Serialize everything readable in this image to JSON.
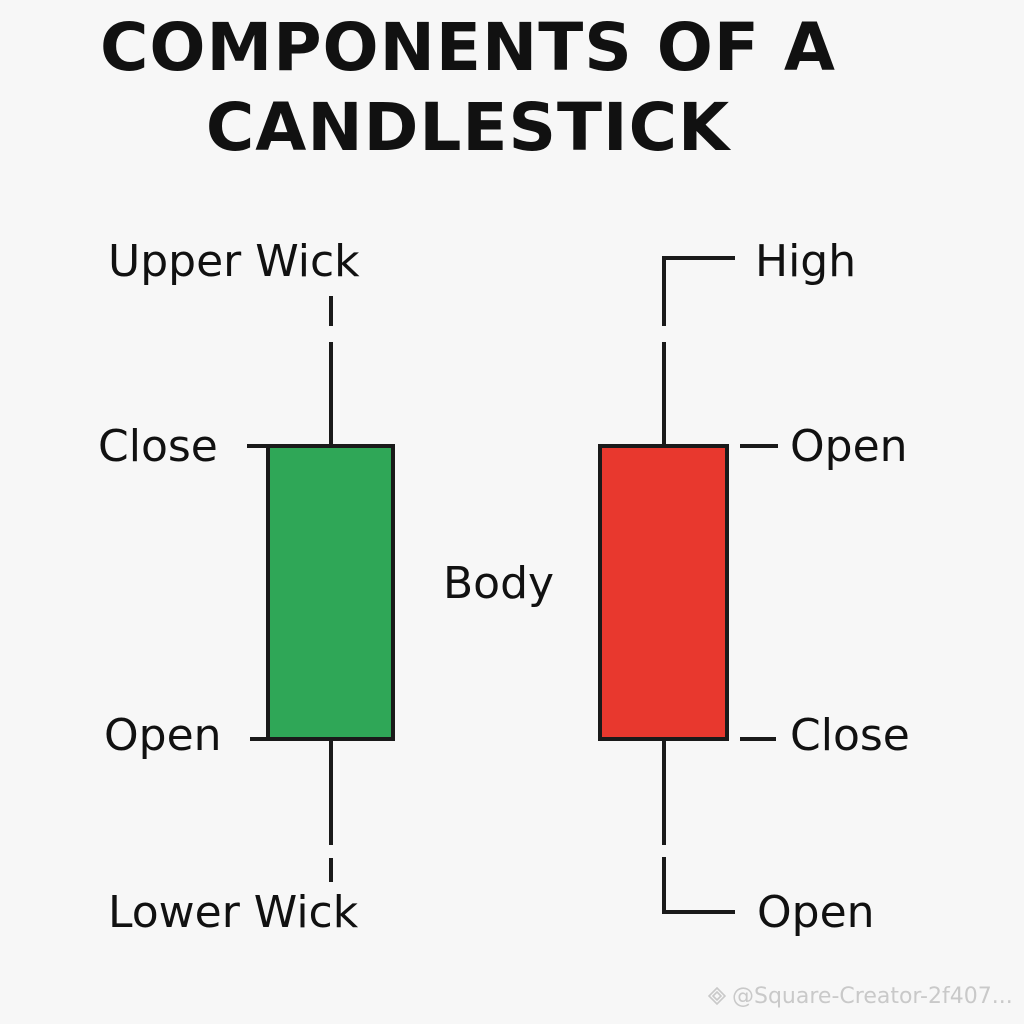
{
  "title": {
    "line1": "COMPONENTS OF A",
    "line2": "CANDLESTICK"
  },
  "colors": {
    "bullish_body": "#2fa757",
    "bearish_body": "#e8382e",
    "outline": "#1a1a1a",
    "background": "#f7f7f7"
  },
  "bullish_candle": {
    "upper_label": "Upper Wick",
    "top_label": "Close",
    "bottom_label": "Open",
    "lower_label": "Lower Wick"
  },
  "body_label": "Body",
  "bearish_candle": {
    "high_label": "High",
    "top_label": "Open",
    "bottom_label": "Close",
    "low_label": "Open"
  },
  "watermark": "@Square-Creator-2f407..."
}
